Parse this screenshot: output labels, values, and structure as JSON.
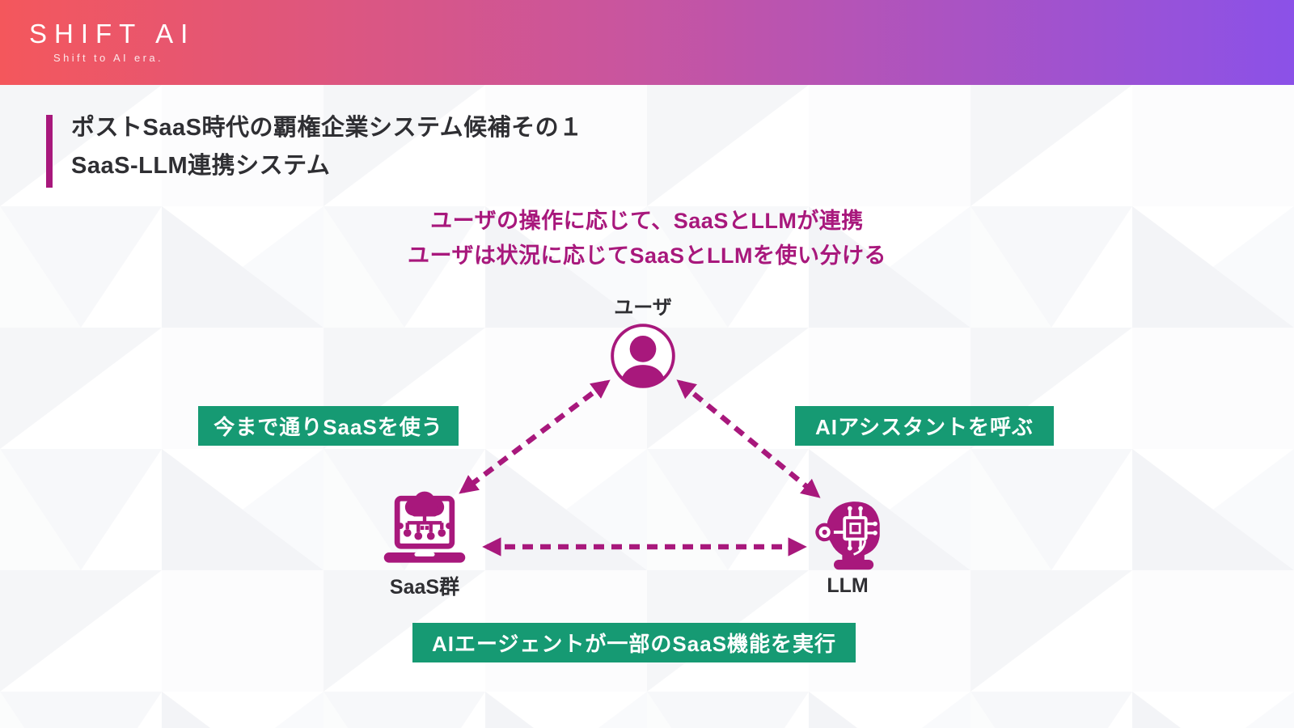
{
  "theme": {
    "accent": "#A8187C",
    "green": "#169A73",
    "header-from": "#F4575C",
    "header-mid": "#C9559E",
    "header-to": "#8B51E8",
    "text-dark": "#2F2F33"
  },
  "header": {
    "logo": "SHIFT AI",
    "tagline": "Shift to AI era."
  },
  "title": {
    "line1": "ポストSaaS時代の覇権企業システム候補その１",
    "line2": "SaaS-LLM連携システム"
  },
  "subtitle": {
    "line1": "ユーザの操作に応じて、SaaSとLLMが連携",
    "line2": "ユーザは状況に応じてSaaSとLLMを使い分ける"
  },
  "diagram": {
    "nodes": {
      "user": {
        "label": "ユーザ",
        "icon": "user-icon"
      },
      "saas": {
        "label": "SaaS群",
        "icon": "saas-cloud-laptop-icon"
      },
      "llm": {
        "label": "LLM",
        "icon": "llm-robot-head-icon"
      }
    },
    "labels": {
      "left": "今まで通りSaaSを使う",
      "right": "AIアシスタントを呼ぶ",
      "bottom": "AIエージェントが一部のSaaS機能を実行"
    }
  }
}
